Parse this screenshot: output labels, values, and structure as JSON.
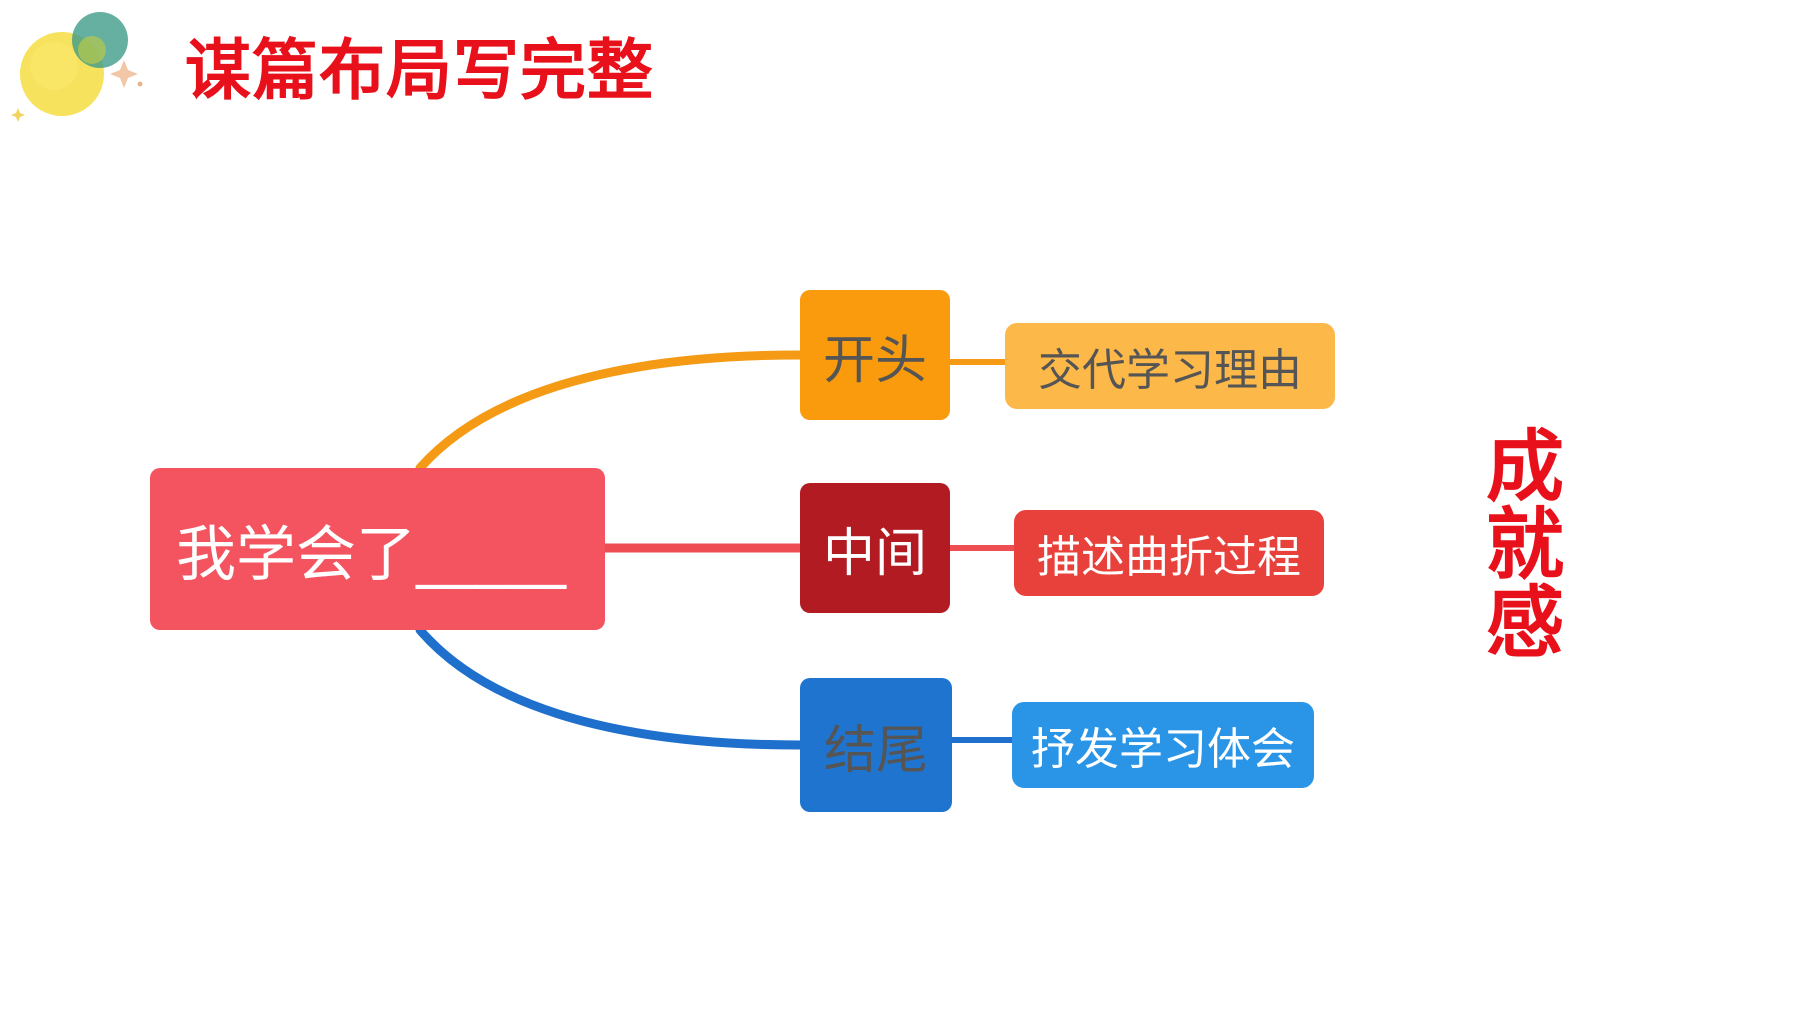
{
  "slide": {
    "title": "谋篇布局写完整",
    "side_label": "成就感"
  },
  "colors": {
    "title": "#e8101a",
    "side_label": "#e8101a",
    "root": "#f4545f",
    "opening": "#f99b0c",
    "opening_detail": "#fcb849",
    "middle": "#b11b21",
    "middle_detail": "#e8403a",
    "ending": "#1f74cf",
    "ending_detail": "#2a95e6",
    "opening_line": "#f59a15",
    "middle_line": "#ee4d51",
    "ending_line": "#1f6fcd",
    "dark_text": "#555555",
    "light_text": "#ffffff"
  },
  "diagram": {
    "root": {
      "label": "我学会了_____"
    },
    "branches": [
      {
        "key": "opening",
        "label": "开头",
        "detail": "交代学习理由"
      },
      {
        "key": "middle",
        "label": "中间",
        "detail": "描述曲折过程"
      },
      {
        "key": "ending",
        "label": "结尾",
        "detail": "抒发学习体会"
      }
    ]
  },
  "icons": {
    "corner_decoration": "watercolor-circles-icon"
  }
}
